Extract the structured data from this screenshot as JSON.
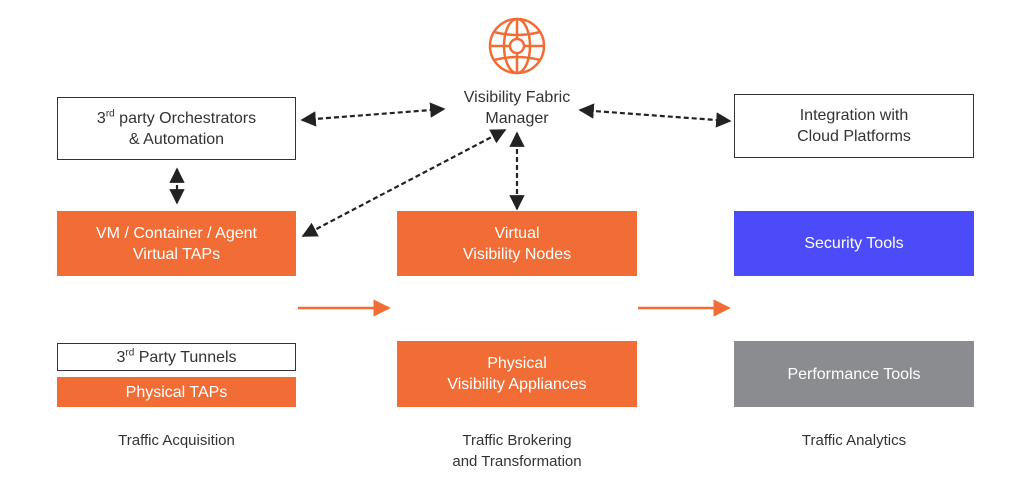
{
  "colors": {
    "orange": "#f26d35",
    "blue": "#4b4bfa",
    "gray": "#8a8c8f",
    "text": "#333333"
  },
  "manager": {
    "icon": "globe-icon",
    "line1": "Visibility Fabric",
    "line2": "Manager"
  },
  "orchestrators": {
    "sup_num": "3",
    "sup": "rd",
    "line1_rest": " party Orchestrators",
    "line2": "& Automation"
  },
  "cloud": {
    "line1": "Integration with",
    "line2": "Cloud Platforms"
  },
  "vm_taps": {
    "line1": "VM / Container / Agent",
    "line2": "Virtual TAPs"
  },
  "virtual_nodes": {
    "line1": "Virtual",
    "line2": "Visibility Nodes"
  },
  "security_tools": {
    "label": "Security Tools"
  },
  "tunnels": {
    "sup_num": "3",
    "sup": "rd",
    "rest": " Party Tunnels"
  },
  "physical_taps": {
    "label": "Physical TAPs"
  },
  "physical_appliances": {
    "line1": "Physical",
    "line2": "Visibility Appliances"
  },
  "performance_tools": {
    "label": "Performance Tools"
  },
  "captions": {
    "acquisition": "Traffic Acquisition",
    "brokering_line1": "Traffic Brokering",
    "brokering_line2": "and Transformation",
    "analytics": "Traffic Analytics"
  }
}
